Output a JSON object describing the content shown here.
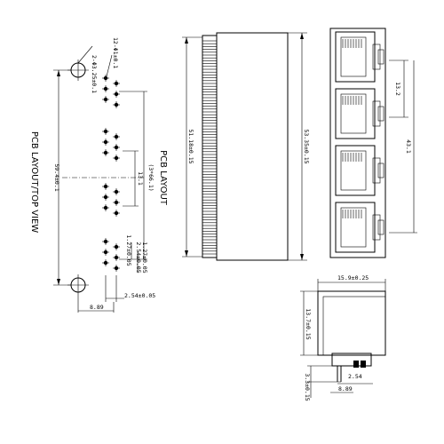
{
  "labels": {
    "pcb_layout_top_view": "PCB LAYOUT/TOP VIEW",
    "pcb_layout": "PCB LAYOUT",
    "pitch_pcb": "(3*66.1)",
    "large_hole": "2-Φ3.25±0.1",
    "small_hole": "12-Φ1±0.1",
    "dim_overall_left": "59.4±0.1",
    "dim_pitch_center": "13.1",
    "dim_row1": "1.27±0.05",
    "dim_row2": "2.54±0.05",
    "dim_row3": "1.27±0.05",
    "dim_bottom_pitch": "2.54±0.05",
    "dim_offset_bottom": "8.89",
    "dim_body_front": "51.18±0.15",
    "dim_overall_front": "53.35±0.15",
    "dim_right_pitch": "13.2",
    "dim_right_total": "43.1",
    "dim_side_width": "15.9±0.25",
    "dim_side_height": "13.7±0.15",
    "dim_side_pin": "2.54",
    "dim_side_pin2": "3.3±0.15",
    "dim_side_offset": "8.89"
  }
}
